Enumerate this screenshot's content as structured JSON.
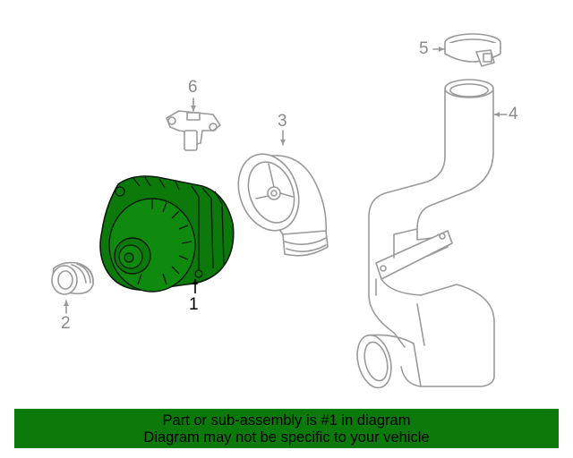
{
  "callouts": {
    "alternator": "1",
    "pulley": "2",
    "air_duct_elbow": "3",
    "intake_tube": "4",
    "hose_clamp": "5",
    "regulator": "6"
  },
  "banner": {
    "line1": "Part or sub-assembly is #1 in diagram",
    "line2": "Diagram may not be specific to your vehicle"
  },
  "colors": {
    "highlight": "#0b7a0b",
    "line_art": "#9a9a9a",
    "banner_bg": "#0b7a0b"
  }
}
